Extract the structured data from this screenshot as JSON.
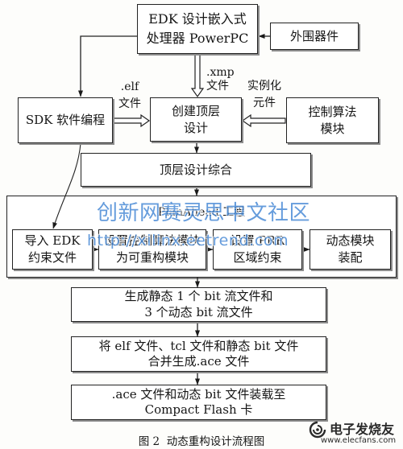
{
  "figure": {
    "caption": "图 2  动态重构设计流程图"
  },
  "nodes": {
    "edk": {
      "line1": "EDK 设计嵌入式",
      "line2": "处理器 PowerPC"
    },
    "peripherals": {
      "label": "外围器件"
    },
    "sdk": {
      "label": "SDK 软件编程"
    },
    "create_top": {
      "line1": "创建顶层",
      "line2": "设计"
    },
    "control_module": {
      "line1": "控制算法",
      "line2": "模块"
    },
    "top_synthesis": {
      "label": "顶层设计综合"
    },
    "planahead": {
      "title": "PlanAhead 工程",
      "steps": [
        {
          "line1": "导入 EDK",
          "line2": "约束文件"
        },
        {
          "line1": "设置控制算法模块",
          "line2": "为可重构模块"
        },
        {
          "line1": "设置 PRR",
          "line2": "区域约束"
        },
        {
          "line1": "动态模块",
          "line2": "装配"
        }
      ]
    },
    "bitgen": {
      "line1": "生成静态 1 个 bit 流文件和",
      "line2": "3 个动态 bit 流文件"
    },
    "merge": {
      "line1": "将 elf 文件、tcl 文件和静态 bit 文件",
      "line2": "合并生成.ace 文件"
    },
    "load": {
      "line1": ".ace 文件和动态 bit 文件装载至",
      "line2": "Compact Flash 卡"
    }
  },
  "edge_labels": {
    "xmp": {
      "line1": ".xmp",
      "line2": "文件"
    },
    "elf": {
      "line1": ".elf",
      "line2": "文件"
    },
    "instantiate": {
      "line1": "实例化",
      "line2": "元件"
    }
  },
  "watermarks": {
    "community": "创新网赛灵思中文社区",
    "url": "http://xilinx.eetrend.com",
    "logo_name": "电子发烧友",
    "logo_url": "www.elecfans.com"
  },
  "colors": {
    "watermark": "#3f84d4",
    "logo": "#2a2a2a"
  }
}
